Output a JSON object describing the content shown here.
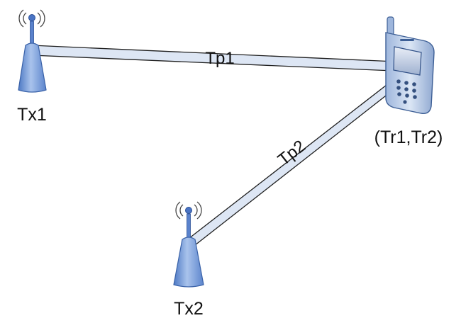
{
  "nodes": {
    "tx1": {
      "label": "Tx1"
    },
    "tx2": {
      "label": "Tx2"
    },
    "receiver": {
      "label": "(Tr1,Tr2)"
    }
  },
  "paths": {
    "tp1": {
      "label": "Tp1"
    },
    "tp2": {
      "label": "Tp2"
    }
  },
  "icons": {
    "tower": "antenna-tower-icon",
    "signal": "radio-waves-icon",
    "phone": "mobile-phone-icon"
  },
  "colors": {
    "tower_fill": "#7fa6de",
    "tower_stroke": "#3a62a8",
    "arrow_fill": "#dde6f4",
    "arrow_stroke": "#1f1f1f",
    "phone_body": "#b4c8e6",
    "phone_stroke": "#3d5f96"
  }
}
